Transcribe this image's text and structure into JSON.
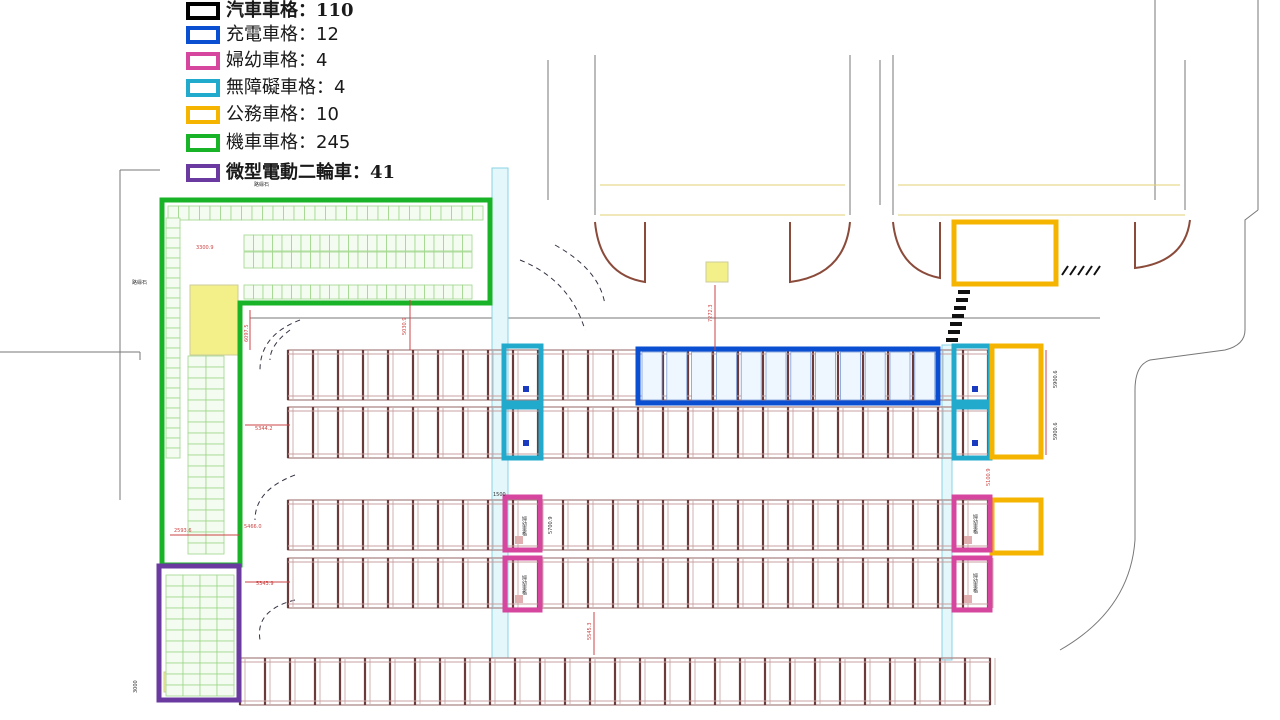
{
  "legend": {
    "items": [
      {
        "label": "汽車車格：110",
        "color": "#000000"
      },
      {
        "label": "充電車格：12",
        "color": "#0a4fd1"
      },
      {
        "label": "婦幼車格：4",
        "color": "#d6459e"
      },
      {
        "label": "無障礙車格：4",
        "color": "#22aacc"
      },
      {
        "label": "公務車格：10",
        "color": "#f5b400"
      },
      {
        "label": "機車車格：245",
        "color": "#19b328"
      },
      {
        "label": "微型電動二輪車：41",
        "color": "#6a3aa0"
      }
    ]
  },
  "plan_labels": {
    "curb_label_top": "路緣石",
    "curb_label_left": "路緣石",
    "women_children_label": "婦幼車格",
    "dims": {
      "d_3300": "3300.9",
      "d_6097": "6097.5",
      "d_5030": "5030.9",
      "d_5344": "5344.2",
      "d_2593": "2593.6",
      "d_5466": "5466.0",
      "d_5343": "5343.9",
      "d_7272": "7272.3",
      "d_5900a": "5900.6",
      "d_5900b": "5900.6",
      "d_5100": "5100.9",
      "d_5700": "5700.9",
      "d_5545": "5545.3",
      "d_3000": "3000",
      "d_1500": "1500"
    }
  }
}
